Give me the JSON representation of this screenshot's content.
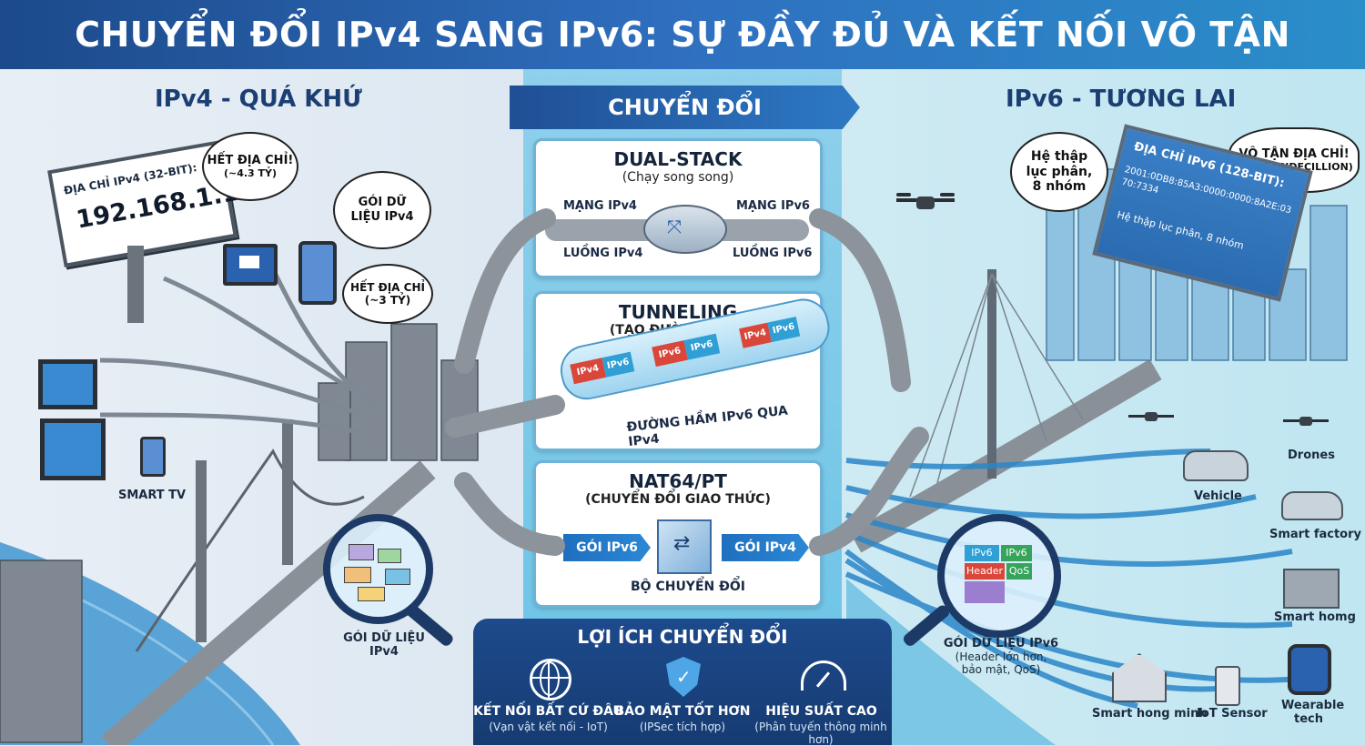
{
  "title": "CHUYỂN ĐỔI IPv4 SANG IPv6: SỰ ĐẦY ĐỦ VÀ KẾT NỐI VÔ TẬN",
  "left": {
    "heading": "IPv4 - QUÁ KHỨ",
    "billboard_label": "ĐỊA CHỈ IPv4 (32-BIT):",
    "billboard_address": "192.168.1.1",
    "bubble_exhausted": "HẾT ĐỊA CHỈ!",
    "bubble_exhausted_count": "(~4.3 TỶ)",
    "bubble_packet": "GÓI DỮ LIỆU IPv4",
    "bubble_exhausted2": "HẾT ĐỊA CHỈ",
    "bubble_exhausted2_count": "(~3 TỶ)",
    "smart_tv": "SMART TV",
    "magnifier_label_1": "GÓI DỮ LIỆU",
    "magnifier_label_2": "IPv4"
  },
  "center": {
    "banner": "CHUYỂN ĐỔI",
    "dual_stack": {
      "title": "DUAL-STACK",
      "subtitle": "(Chạy song song)",
      "net_ipv4": "MẠNG IPv4",
      "net_ipv6": "MẠNG IPv6",
      "flow_ipv4": "LUỒNG IPv4",
      "flow_ipv6": "LUỒNG IPv6"
    },
    "tunneling": {
      "title": "TUNNELING",
      "subtitle": "(TẠO ĐƯỜNG HẦM)",
      "caption": "ĐƯỜNG HẦM IPv6 QUA IPv4",
      "tag_ipv4": "IPv4",
      "tag_ipv6": "IPv6"
    },
    "nat64": {
      "title": "NAT64/PT",
      "subtitle": "(CHUYỂN ĐỔI GIAO THỨC)",
      "packet_ipv6": "GÓI IPv6",
      "packet_ipv4": "GÓI IPv4",
      "converter": "BỘ CHUYỂN ĐỔI"
    },
    "benefits": {
      "title": "LỢI ÍCH CHUYỂN ĐỔI",
      "items": [
        {
          "icon": "globe-icon",
          "title": "KẾT NỐI BẤT CỨ ĐÂU",
          "sub": "(Vạn vật kết nối - IoT)"
        },
        {
          "icon": "shield-check-icon",
          "title": "BẢO MẬT TỐT HƠN",
          "sub": "(IPSec tích hợp)"
        },
        {
          "icon": "speedometer-icon",
          "title": "HIỆU SUẤT CAO",
          "sub": "(Phân tuyến thông minh hơn)"
        }
      ]
    }
  },
  "right": {
    "heading": "IPv6 - TƯƠNG LAI",
    "bubble_hex_1": "Hệ thập",
    "bubble_hex_2": "lục phân,",
    "bubble_hex_3": "8 nhóm",
    "bubble_infinite": "VÔ TẬN ĐỊA CHỈ!",
    "bubble_infinite_count": "(~340 UNDECILLION)",
    "billboard_label": "ĐỊA CHỈ IPv6 (128-BIT):",
    "billboard_address": "2001:0DB8:85A3:0000:0000:8A2E:0370:7334",
    "billboard_note": "Hệ thập lục phân, 8 nhóm",
    "packet": {
      "ipv6a": "IPv6",
      "ipv6b": "IPv6",
      "header": "Header",
      "qos": "QoS"
    },
    "magnifier_label_1": "GÓI DỮ LIỆU IPv6",
    "magnifier_label_2": "(Header lớn hơn,",
    "magnifier_label_3": "bảo mật, QoS)",
    "devices": {
      "drones": "Drones",
      "vehicle": "Vehicle",
      "smart_factory": "Smart factory",
      "smart_home": "Smart homg",
      "smart_home_minh": "Smart hong minh",
      "iot_sensor": "IoT Sensor",
      "wearable_1": "Wearable",
      "wearable_2": "tech"
    }
  },
  "colors": {
    "title_bg": "#2f6fbf",
    "heading": "#1b3f73",
    "ipv4_tag": "#d9473b",
    "ipv6_tag": "#2f9fd6",
    "panel_border": "#6fb2d8"
  }
}
